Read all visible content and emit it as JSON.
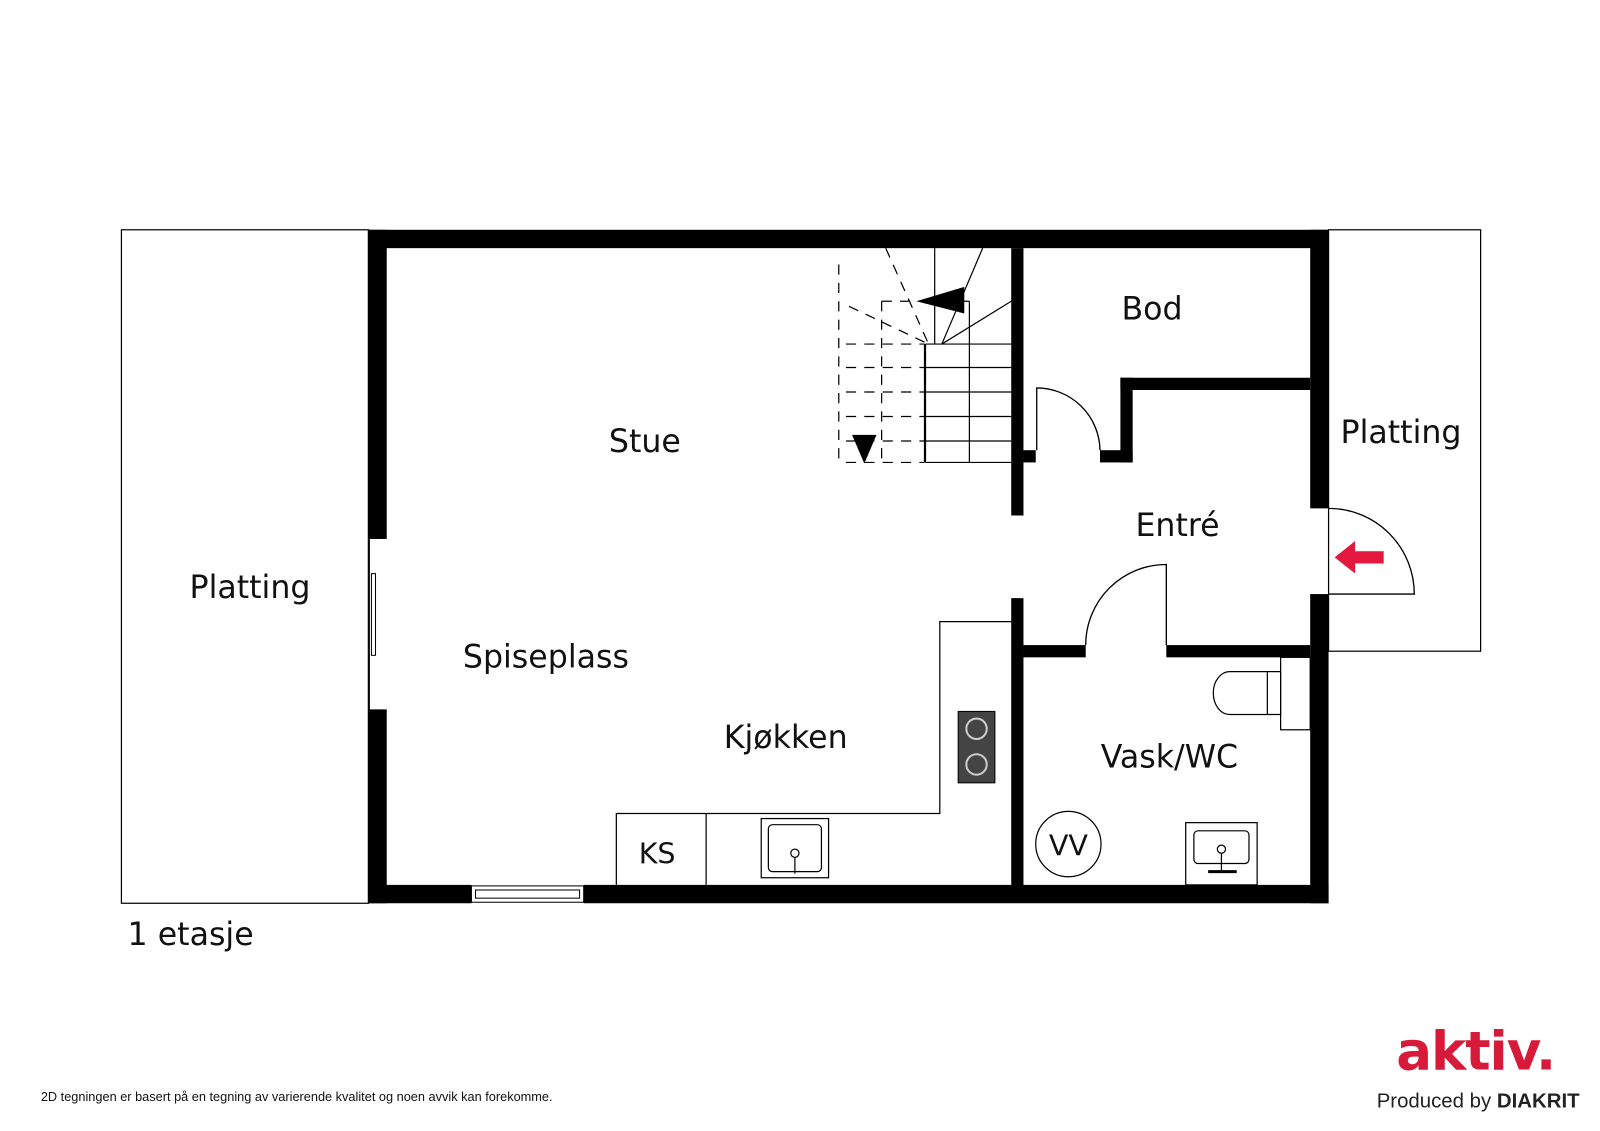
{
  "plan": {
    "floor_label": "1 etasje",
    "rooms": {
      "platting_left": "Platting",
      "platting_right": "Platting",
      "stue": "Stue",
      "spiseplass": "Spiseplass",
      "kjokken": "Kjøkken",
      "bod": "Bod",
      "entre": "Entré",
      "vask_wc": "Vask/WC",
      "ks": "KS",
      "vv": "VV"
    },
    "entrance_arrow_color": "#e4173e"
  },
  "footer": {
    "disclaimer": "2D tegningen er basert på en tegning av varierende kvalitet og noen avvik kan forekomme.",
    "logo": "aktiv.",
    "logo_color": "#d71a3a",
    "produced_by": "Produced by",
    "producer": "DIAKRIT"
  }
}
